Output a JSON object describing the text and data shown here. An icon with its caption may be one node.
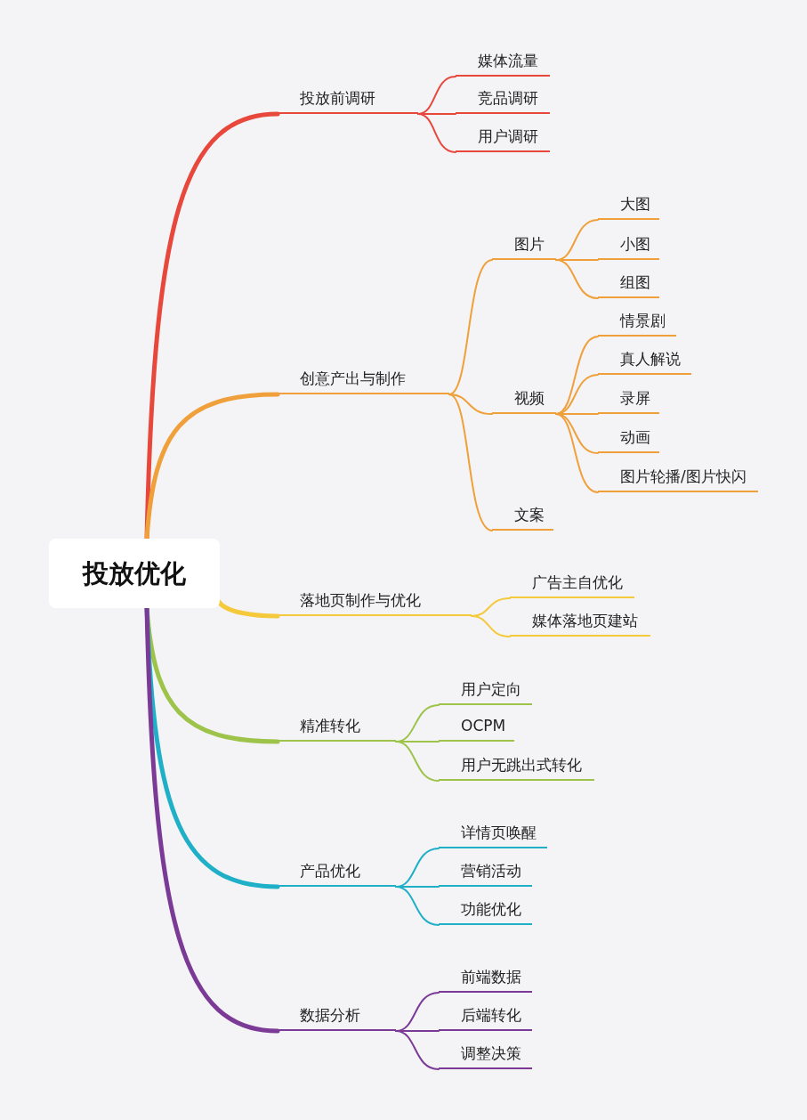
{
  "diagram": {
    "nodes": [
      {
        "text": [
          "投放优化"
        ]
      },
      {
        "text": [
          "投放前调研"
        ]
      },
      {
        "text": [
          "媒体流量"
        ]
      },
      {
        "text": [
          "竞品调研"
        ]
      },
      {
        "text": [
          "用户调研"
        ]
      },
      {
        "text": [
          "创意产出与制作"
        ]
      },
      {
        "text": [
          "图片"
        ]
      },
      {
        "text": [
          "大图"
        ]
      },
      {
        "text": [
          "小图"
        ]
      },
      {
        "text": [
          "组图"
        ]
      },
      {
        "text": [
          "视频"
        ]
      },
      {
        "text": [
          "情景剧"
        ]
      },
      {
        "text": [
          "真人解说"
        ]
      },
      {
        "text": [
          "录屏"
        ]
      },
      {
        "text": [
          "动画"
        ]
      },
      {
        "text": [
          "图片轮播/图片快闪"
        ]
      },
      {
        "text": [
          "文案"
        ]
      },
      {
        "text": [
          "落地页制作与优化"
        ]
      },
      {
        "text": [
          "广告主自优化"
        ]
      },
      {
        "text": [
          "媒体落地页建站"
        ]
      },
      {
        "text": [
          "精准转化"
        ]
      },
      {
        "text": [
          "用户定向"
        ]
      },
      {
        "text": [
          "OCPM"
        ]
      },
      {
        "text": [
          "用户无跳出式转化"
        ]
      },
      {
        "text": [
          "产品优化"
        ]
      },
      {
        "text": [
          "详情页唤醒"
        ]
      },
      {
        "text": [
          "营销活动"
        ]
      },
      {
        "text": [
          "功能优化"
        ]
      },
      {
        "text": [
          "数据分析"
        ]
      },
      {
        "text": [
          "前端数据"
        ]
      },
      {
        "text": [
          "后端转化"
        ]
      },
      {
        "text": [
          "调整决策"
        ]
      }
    ],
    "edges": [
      {
        "from": 0,
        "to": 1,
        "arrow": "none",
        "style": "thick",
        "color": "#e8473b"
      },
      {
        "from": 1,
        "to": 2,
        "arrow": "none",
        "color": "#e8473b"
      },
      {
        "from": 1,
        "to": 3,
        "arrow": "none",
        "color": "#e8473b"
      },
      {
        "from": 1,
        "to": 4,
        "arrow": "none",
        "color": "#e8473b"
      },
      {
        "from": 0,
        "to": 5,
        "arrow": "none",
        "style": "thick",
        "color": "#f0a03a"
      },
      {
        "from": 5,
        "to": 6,
        "arrow": "none",
        "color": "#f0a03a"
      },
      {
        "from": 6,
        "to": 7,
        "arrow": "none",
        "color": "#f0a03a"
      },
      {
        "from": 6,
        "to": 8,
        "arrow": "none",
        "color": "#f0a03a"
      },
      {
        "from": 6,
        "to": 9,
        "arrow": "none",
        "color": "#f0a03a"
      },
      {
        "from": 5,
        "to": 10,
        "arrow": "none",
        "color": "#f0a03a"
      },
      {
        "from": 10,
        "to": 11,
        "arrow": "none",
        "color": "#f0a03a"
      },
      {
        "from": 10,
        "to": 12,
        "arrow": "none",
        "color": "#f0a03a"
      },
      {
        "from": 10,
        "to": 13,
        "arrow": "none",
        "color": "#f0a03a"
      },
      {
        "from": 10,
        "to": 14,
        "arrow": "none",
        "color": "#f0a03a"
      },
      {
        "from": 10,
        "to": 15,
        "arrow": "none",
        "color": "#f0a03a"
      },
      {
        "from": 5,
        "to": 16,
        "arrow": "none",
        "color": "#f0a03a"
      },
      {
        "from": 0,
        "to": 17,
        "arrow": "none",
        "style": "thick",
        "color": "#f5c93c"
      },
      {
        "from": 17,
        "to": 18,
        "arrow": "none",
        "color": "#f5c93c"
      },
      {
        "from": 17,
        "to": 19,
        "arrow": "none",
        "color": "#f5c93c"
      },
      {
        "from": 0,
        "to": 20,
        "arrow": "none",
        "style": "thick",
        "color": "#9dc34a"
      },
      {
        "from": 20,
        "to": 21,
        "arrow": "none",
        "color": "#9dc34a"
      },
      {
        "from": 20,
        "to": 22,
        "arrow": "none",
        "color": "#9dc34a"
      },
      {
        "from": 20,
        "to": 23,
        "arrow": "none",
        "color": "#9dc34a"
      },
      {
        "from": 0,
        "to": 24,
        "arrow": "none",
        "style": "thick",
        "color": "#1fb0c8"
      },
      {
        "from": 24,
        "to": 25,
        "arrow": "none",
        "color": "#1fb0c8"
      },
      {
        "from": 24,
        "to": 26,
        "arrow": "none",
        "color": "#1fb0c8"
      },
      {
        "from": 24,
        "to": 27,
        "arrow": "none",
        "color": "#1fb0c8"
      },
      {
        "from": 0,
        "to": 28,
        "arrow": "none",
        "style": "thick",
        "color": "#7b3a96"
      },
      {
        "from": 28,
        "to": 29,
        "arrow": "none",
        "color": "#7b3a96"
      },
      {
        "from": 28,
        "to": 30,
        "arrow": "none",
        "color": "#7b3a96"
      },
      {
        "from": 28,
        "to": 31,
        "arrow": "none",
        "color": "#7b3a96"
      }
    ]
  }
}
